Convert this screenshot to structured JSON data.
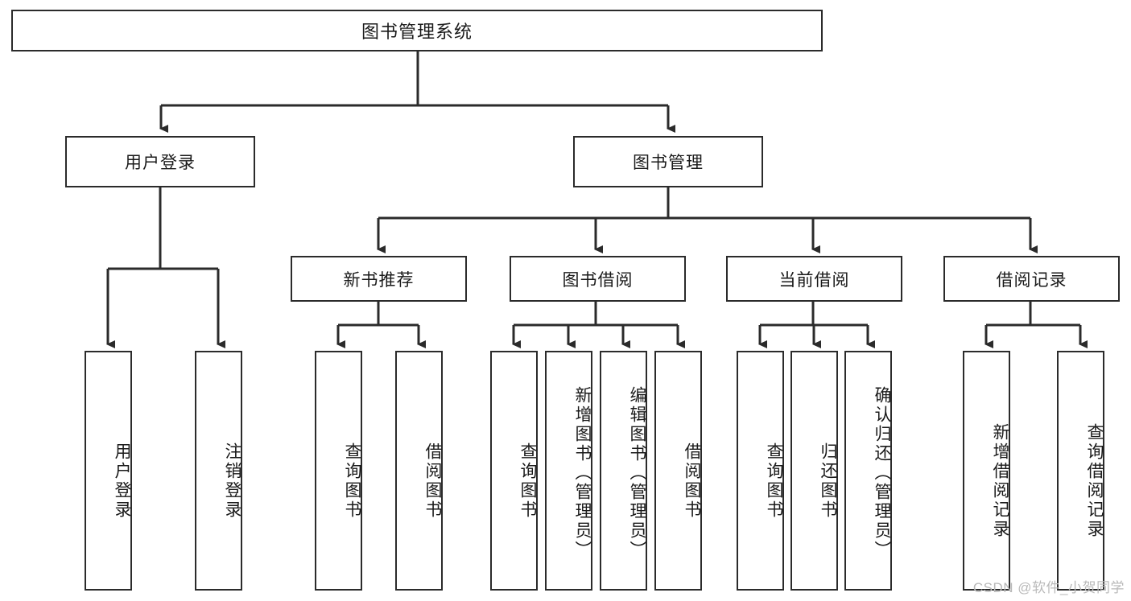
{
  "diagram": {
    "title": "图书管理系统",
    "root": {
      "label": "图书管理系统"
    },
    "level2": [
      {
        "label": "用户登录"
      },
      {
        "label": "图书管理"
      }
    ],
    "level3": [
      {
        "label": "新书推荐"
      },
      {
        "label": "图书借阅"
      },
      {
        "label": "当前借阅"
      },
      {
        "label": "借阅记录"
      }
    ],
    "leaves": {
      "user_login": [
        {
          "label": "用户登录"
        },
        {
          "label": "注销登录"
        }
      ],
      "new_book_recommend": [
        {
          "label": "查询图书"
        },
        {
          "label": "借阅图书"
        }
      ],
      "book_borrow": [
        {
          "label": "查询图书"
        },
        {
          "label": "新增图书（管理员）"
        },
        {
          "label": "编辑图书（管理员）"
        },
        {
          "label": "借阅图书"
        }
      ],
      "current_borrow": [
        {
          "label": "查询图书"
        },
        {
          "label": "归还图书"
        },
        {
          "label": "确认归还（管理员）"
        }
      ],
      "borrow_record": [
        {
          "label": "新增借阅记录"
        },
        {
          "label": "查询借阅记录"
        }
      ]
    }
  },
  "watermark": {
    "text": "CSDN @软件_小贺同学"
  },
  "colors": {
    "box_border": "#2b2b2b",
    "line": "#2b2b2b",
    "text": "#1a1a1a",
    "watermark": "#b9b9b9",
    "background": "#ffffff"
  }
}
